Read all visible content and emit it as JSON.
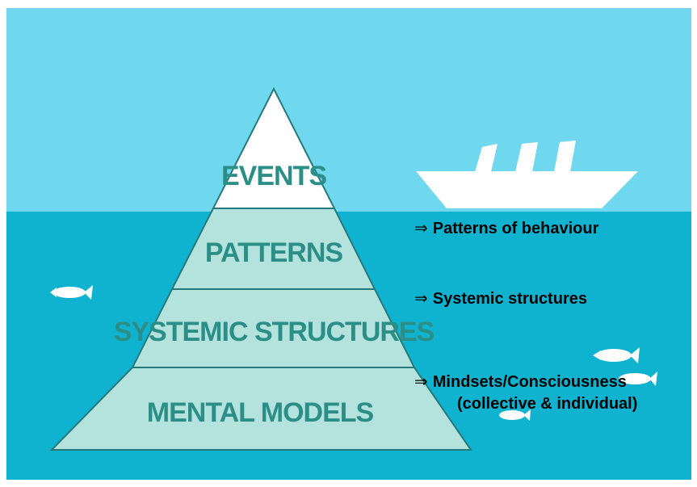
{
  "iceberg": {
    "layers": [
      {
        "id": "events",
        "label": "EVENTS"
      },
      {
        "id": "patterns",
        "label": "PATTERNS"
      },
      {
        "id": "systemic",
        "label": "SYSTEMIC STRUCTURES"
      },
      {
        "id": "mental",
        "label": "MENTAL MODELS"
      }
    ]
  },
  "annotations": {
    "arrow": "⇒",
    "patterns": "Patterns of behaviour",
    "systemic": "Systemic structures",
    "mindsets_line1": "Mindsets/Consciousness",
    "mindsets_line2": "(collective & individual)"
  },
  "colors": {
    "sky": "#6fd8ee",
    "water": "#10b3cf",
    "pyramid_fill": "#b3e3dc",
    "events_fill": "#ffffff",
    "label_text": "#2b8f88",
    "outline": "#26797a"
  }
}
